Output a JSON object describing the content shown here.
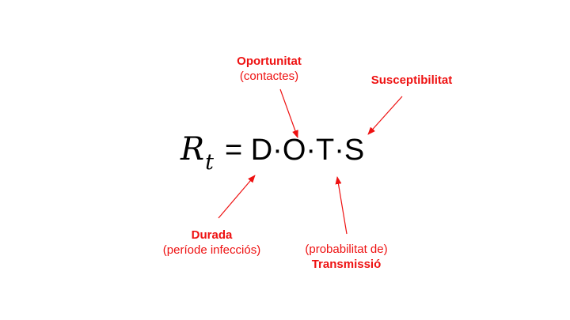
{
  "formula": {
    "symbol": "R",
    "subscript": "t",
    "expression": "= D·O·T·S"
  },
  "annotations": {
    "oportunitat": {
      "title": "Oportunitat",
      "subtitle": "(contactes)"
    },
    "susceptibilitat": {
      "title": "Susceptibilitat"
    },
    "durada": {
      "title": "Durada",
      "subtitle": "(període infecciós)"
    },
    "transmissio": {
      "subtitle": "(probabilitat de)",
      "title": "Transmissió"
    }
  },
  "colors": {
    "annotation": "#ee1111",
    "formula": "#000000",
    "background": "#ffffff"
  }
}
